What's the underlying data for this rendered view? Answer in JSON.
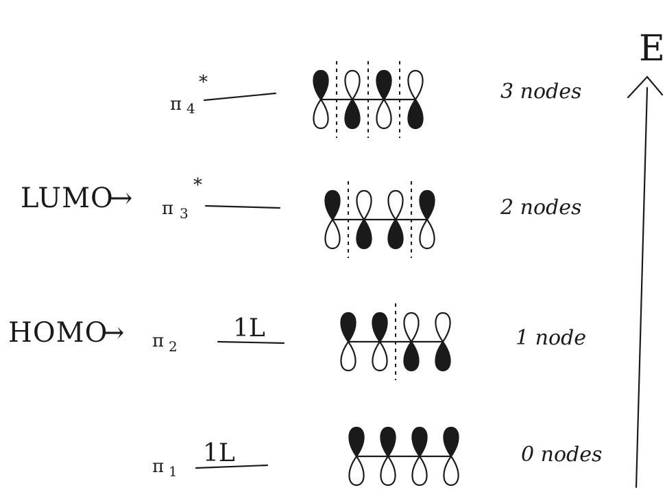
{
  "axis": {
    "label": "E"
  },
  "side_labels": {
    "lumo": "LUMO",
    "homo": "HOMO",
    "arrow": "→"
  },
  "levels": [
    {
      "key": "pi4",
      "symbol": "π",
      "sub": "4",
      "star": "*",
      "electrons": "",
      "node_text": "3 nodes",
      "phases": [
        "up",
        "down",
        "up",
        "down"
      ],
      "nodes": 3
    },
    {
      "key": "pi3",
      "symbol": "π",
      "sub": "3",
      "star": "*",
      "electrons": "",
      "node_text": "2 nodes",
      "phases": [
        "up",
        "down",
        "down",
        "up"
      ],
      "nodes": 2
    },
    {
      "key": "pi2",
      "symbol": "π",
      "sub": "2",
      "star": "",
      "electrons": "1L",
      "node_text": "1 node",
      "phases": [
        "up",
        "up",
        "down",
        "down"
      ],
      "nodes": 1
    },
    {
      "key": "pi1",
      "symbol": "π",
      "sub": "1",
      "star": "",
      "electrons": "1L",
      "node_text": "0 nodes",
      "phases": [
        "up",
        "up",
        "up",
        "up"
      ],
      "nodes": 0
    }
  ]
}
